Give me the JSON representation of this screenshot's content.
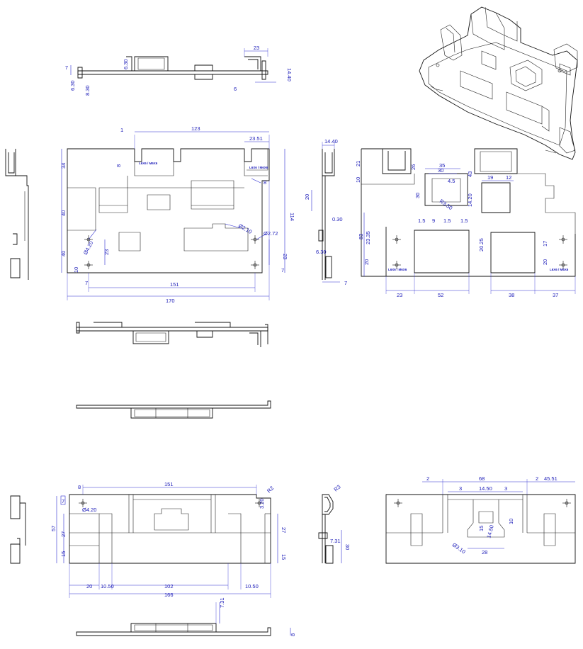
{
  "drawing": {
    "stamp_label": "L6X6 / M6X6",
    "top_view_1": {
      "dims": [
        "23",
        "7",
        "6.30",
        "8.30",
        "6.30",
        "14.40",
        "6"
      ]
    },
    "front_view_1": {
      "dims": [
        "123",
        "1",
        "23.51",
        "8",
        "34",
        "40",
        "40",
        "23",
        "10",
        "7",
        "151",
        "170",
        "114",
        "23",
        "7",
        "Ø4.20",
        "Ø2.72",
        "8",
        "Ø2.10"
      ]
    },
    "side_view_1": {
      "dims": [
        "14.40",
        "20",
        "0.30",
        "6.30",
        "7"
      ]
    },
    "detail_view_1": {
      "dims": [
        "21",
        "10",
        "26",
        "43",
        "35",
        "30",
        "30",
        "4.5",
        "R3.50",
        "19",
        "12",
        "14.20",
        "1.5",
        "9",
        "1.5",
        "1.5",
        "83",
        "23.35",
        "20.25",
        "17",
        "20",
        "20",
        "23",
        "52",
        "38",
        "37"
      ]
    },
    "front_view_2": {
      "dims": [
        "8",
        "151",
        "R2",
        "7",
        "Ø4.20",
        "57",
        "27",
        "15",
        "3.20",
        "27",
        "15",
        "20",
        "10.50",
        "102",
        "10.50",
        "166"
      ]
    },
    "side_view_2": {
      "dims": [
        "R3",
        "7.31",
        "30"
      ]
    },
    "detail_view_2": {
      "dims": [
        "2",
        "68",
        "2",
        "45.51",
        "3",
        "14.50",
        "3",
        "10",
        "15",
        "14.50",
        "Ø3.10",
        "28"
      ]
    },
    "bottom_view": {
      "dims": [
        "7.31",
        "8"
      ]
    }
  }
}
